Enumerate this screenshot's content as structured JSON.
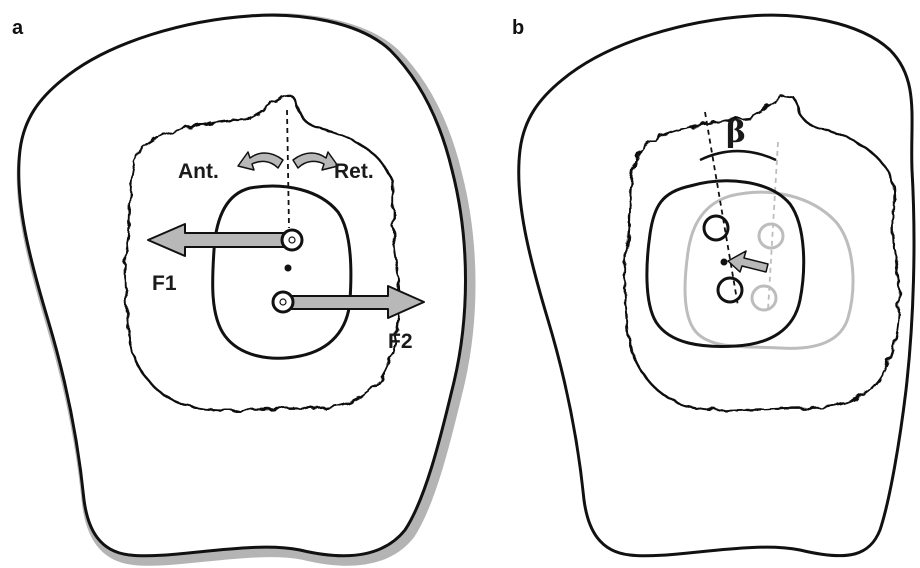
{
  "panels": {
    "a": {
      "label": "a",
      "rotation_labels": {
        "anterior": "Ant.",
        "retro": "Ret."
      },
      "force_labels": {
        "f1": "F1",
        "f2": "F2"
      }
    },
    "b": {
      "label": "b",
      "angle_label": "β"
    }
  },
  "colors": {
    "outline": "#111111",
    "shadow": "#b4b4b4",
    "arrow_fill": "#b8b8b8",
    "ghost": "#bdbdbd"
  }
}
